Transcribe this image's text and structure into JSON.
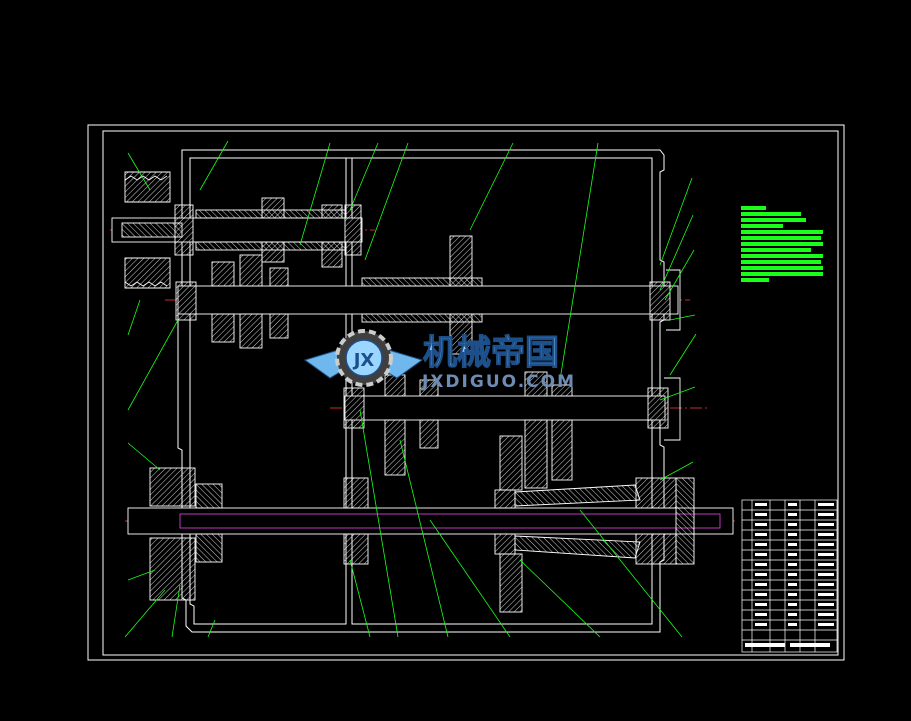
{
  "watermark": {
    "title_cn": "机械帝国",
    "url": "JXDIGUO.COM",
    "logo_letters": "JX"
  },
  "colors": {
    "background": "#000000",
    "lines": "#ffffff",
    "centerline": "#ff3b3b",
    "hatch": "#ffffff",
    "notes_block": "#19ff19",
    "shaft_core": "#d040d0"
  }
}
